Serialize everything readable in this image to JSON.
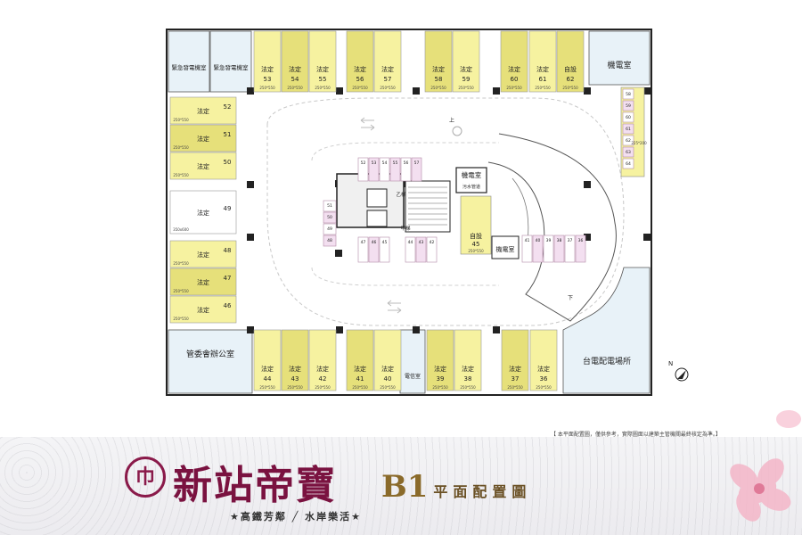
{
  "colors": {
    "yellow": "#f6f2a0",
    "yellow_dark": "#e6e07a",
    "pink": "#f3dff0",
    "blue": "#e8f2f8",
    "line": "#222222",
    "brand": "#7a1240"
  },
  "labels": {
    "gen_room_1": "緊急發電機室",
    "gen_room_2": "緊急發電機室",
    "mech_room_ne": "機電室",
    "mgmt_office": "管委會辦公室",
    "power_station": "台電配電場所",
    "telecom": "電信室",
    "core_mech": "機電室",
    "sewage": "污水管道",
    "mech_room_small": "機電室",
    "elevator_b": "乙梯",
    "elevator_a": "甲梯",
    "ramp_up": "上",
    "ramp_down": "下",
    "north": "N"
  },
  "top_row": [
    {
      "type": "法定",
      "num": "53",
      "size": "250*550"
    },
    {
      "type": "法定",
      "num": "54",
      "size": "250*550"
    },
    {
      "type": "法定",
      "num": "55",
      "size": "250*550"
    },
    {
      "type": "法定",
      "num": "56",
      "size": "250*550"
    },
    {
      "type": "法定",
      "num": "57",
      "size": "250*550"
    },
    {
      "type": "法定",
      "num": "58",
      "size": "250*550"
    },
    {
      "type": "法定",
      "num": "59",
      "size": "250*550"
    },
    {
      "type": "法定",
      "num": "60",
      "size": "250*550"
    },
    {
      "type": "法定",
      "num": "61",
      "size": "250*550"
    },
    {
      "type": "自設",
      "num": "62",
      "size": "250*550"
    }
  ],
  "bottom_row": [
    {
      "type": "法定",
      "num": "44",
      "size": "250*550"
    },
    {
      "type": "法定",
      "num": "43",
      "size": "250*550"
    },
    {
      "type": "法定",
      "num": "42",
      "size": "250*550"
    },
    {
      "type": "法定",
      "num": "41",
      "size": "250*550"
    },
    {
      "type": "法定",
      "num": "40",
      "size": "250*550"
    },
    {
      "type": "法定",
      "num": "39",
      "size": "250*550"
    },
    {
      "type": "法定",
      "num": "38",
      "size": "250*550"
    },
    {
      "type": "法定",
      "num": "37",
      "size": "250*550"
    },
    {
      "type": "法定",
      "num": "36",
      "size": "250*550"
    }
  ],
  "left_col": [
    {
      "type": "法定",
      "num": "52",
      "size": "250*550"
    },
    {
      "type": "法定",
      "num": "51",
      "size": "250*550"
    },
    {
      "type": "法定",
      "num": "50",
      "size": "250*550"
    },
    {
      "type": "法定",
      "num": "49",
      "size": "350x600"
    },
    {
      "type": "法定",
      "num": "48",
      "size": "250*550"
    },
    {
      "type": "法定",
      "num": "47",
      "size": "250*550"
    },
    {
      "type": "法定",
      "num": "46",
      "size": "250*550"
    }
  ],
  "core_slot": {
    "type": "自設",
    "num": "45",
    "size": "250*550"
  },
  "moto_top": [
    "52",
    "53",
    "54",
    "55",
    "56",
    "57"
  ],
  "moto_bottom_left": [
    "47",
    "46",
    "45"
  ],
  "moto_bottom_mid": [
    "44",
    "43",
    "42"
  ],
  "moto_left": [
    "51",
    "50",
    "49",
    "48"
  ],
  "moto_right_ne": [
    "58",
    "59",
    "60",
    "61",
    "62",
    "63",
    "64"
  ],
  "moto_right_se": [
    "41",
    "40",
    "39",
    "38",
    "37",
    "36"
  ],
  "ne_accessible_size": "225*200",
  "branding": {
    "name": "新站帝寶",
    "mark": "巾",
    "tagline": "★高鐵芳鄰 ╱ 水岸樂活★"
  },
  "title": {
    "level": "B1",
    "subtitle": "平面配置圖"
  },
  "disclaimer": "【 本平面配置圖，僅供參考，實際圖面以建築主管機關最終核定為準。】"
}
